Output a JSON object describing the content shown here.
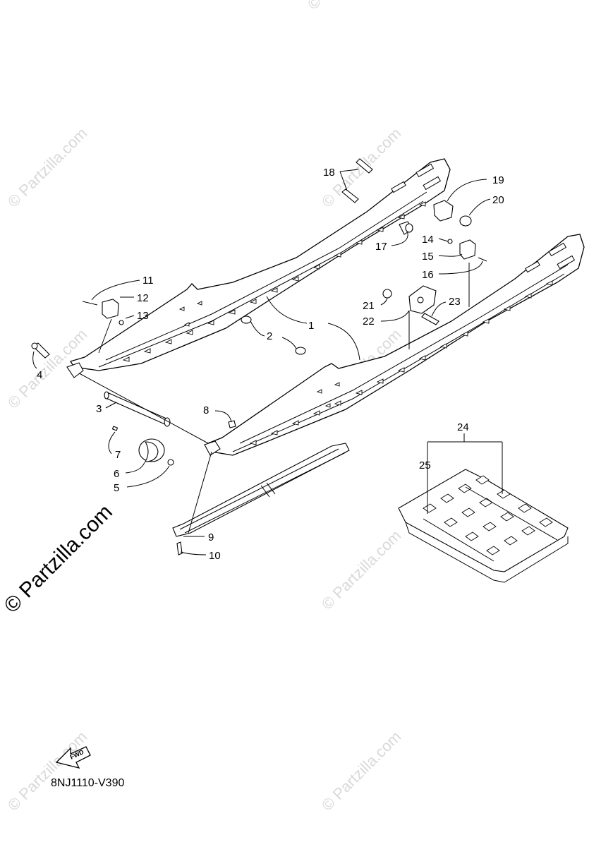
{
  "diagram": {
    "code": "8NJ1110-V390",
    "fwd_label": "FWD",
    "watermark_main": "© Partzilla.com",
    "watermark_small": "© Partzilla.com",
    "callouts": [
      "1",
      "2",
      "3",
      "4",
      "5",
      "6",
      "7",
      "8",
      "9",
      "10",
      "11",
      "12",
      "13",
      "14",
      "15",
      "16",
      "17",
      "18",
      "19",
      "20",
      "21",
      "22",
      "23",
      "24",
      "25"
    ]
  }
}
